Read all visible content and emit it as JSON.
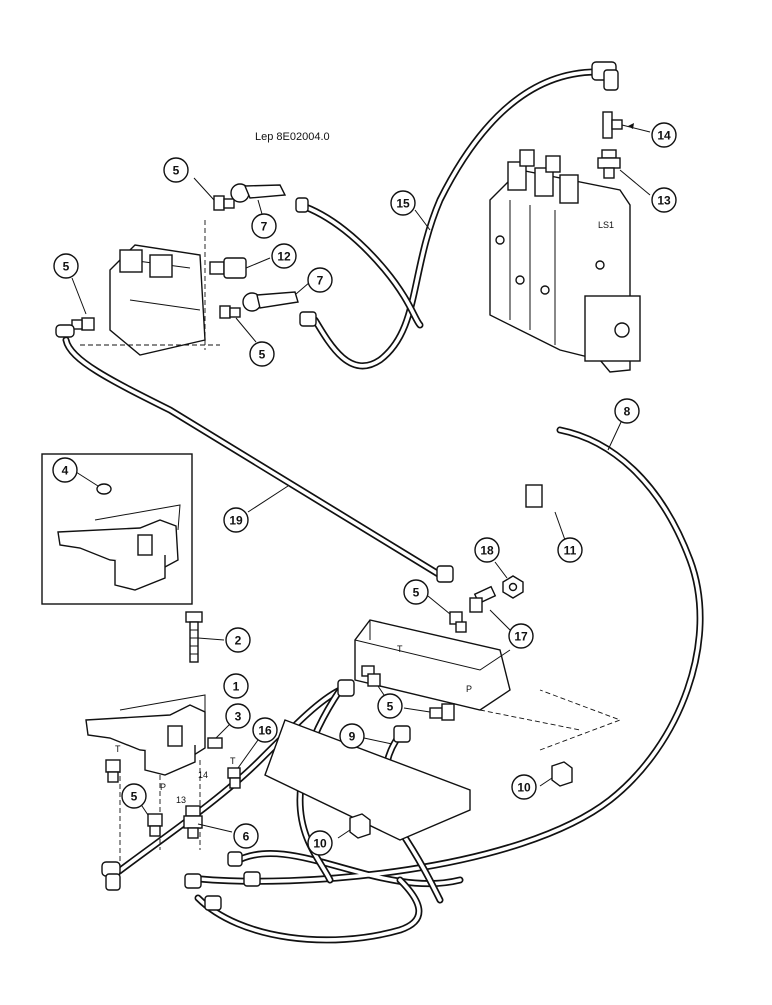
{
  "diagram": {
    "reference": "Lep 8E02004.0",
    "port_labels": {
      "ls1": "LS1",
      "t": "T",
      "p": "P",
      "t_valve": "T",
      "p_valve": "P",
      "n14": "14",
      "n13": "13",
      "t_block": "T"
    },
    "callouts": [
      {
        "id": "c5a",
        "num": "5"
      },
      {
        "id": "c7a",
        "num": "7"
      },
      {
        "id": "c15",
        "num": "15"
      },
      {
        "id": "c14",
        "num": "14"
      },
      {
        "id": "c13",
        "num": "13"
      },
      {
        "id": "c5b",
        "num": "5"
      },
      {
        "id": "c12",
        "num": "12"
      },
      {
        "id": "c7b",
        "num": "7"
      },
      {
        "id": "c5c",
        "num": "5"
      },
      {
        "id": "c8",
        "num": "8"
      },
      {
        "id": "c4",
        "num": "4"
      },
      {
        "id": "c19",
        "num": "19"
      },
      {
        "id": "c11",
        "num": "11"
      },
      {
        "id": "c18",
        "num": "18"
      },
      {
        "id": "c5d",
        "num": "5"
      },
      {
        "id": "c17",
        "num": "17"
      },
      {
        "id": "c2",
        "num": "2"
      },
      {
        "id": "c1",
        "num": "1"
      },
      {
        "id": "c5e",
        "num": "5"
      },
      {
        "id": "c3",
        "num": "3"
      },
      {
        "id": "c16",
        "num": "16"
      },
      {
        "id": "c9",
        "num": "9"
      },
      {
        "id": "c5f",
        "num": "5"
      },
      {
        "id": "c6",
        "num": "6"
      },
      {
        "id": "c10a",
        "num": "10"
      },
      {
        "id": "c10b",
        "num": "10"
      }
    ]
  }
}
